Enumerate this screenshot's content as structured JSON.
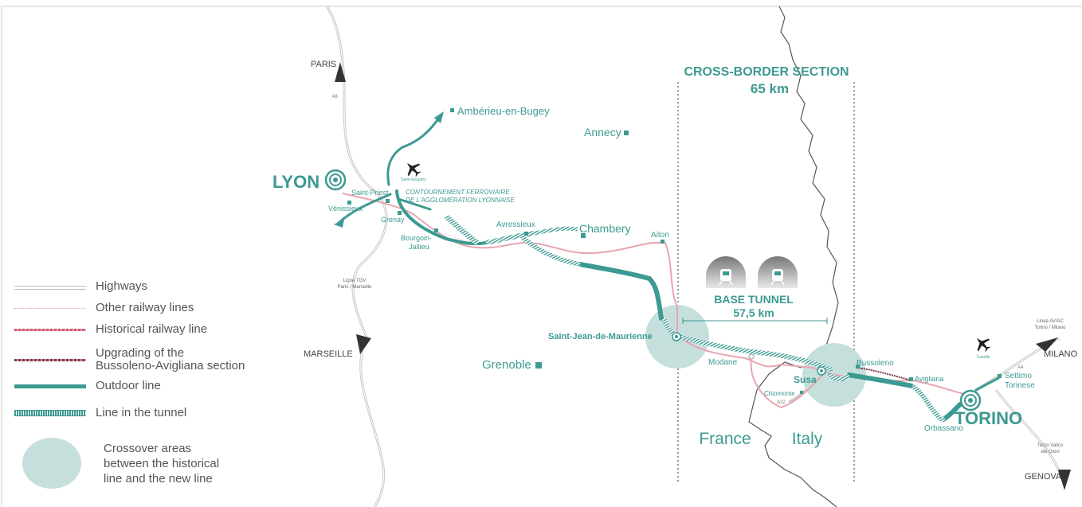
{
  "colors": {
    "teal": "#3d9a92",
    "crossover": "#c5dfdd",
    "historical": "#e8a5ae",
    "highway": "#bbbbbb",
    "border": "#555555"
  },
  "section": {
    "title": "CROSS-BORDER SECTION",
    "length": "65 km"
  },
  "tunnel": {
    "title": "BASE TUNNEL",
    "length": "57,5 km",
    "icons": [
      "train-tunnel-icon",
      "train-tunnel-icon"
    ]
  },
  "countries": {
    "france": "France",
    "italy": "Italy"
  },
  "highways": {
    "paris": "PARIS",
    "a6": "A6",
    "marseille": "MARSEILLE",
    "ligne_tgv": "Ligne TGV",
    "ligne_tgv_sub": "Paris / Marseille",
    "milano": "MILANO",
    "linea_avac": "Linea AV/AC",
    "linea_avac_sub": "Torino / Milano",
    "a4": "A4",
    "genova": "GENOVA",
    "terzo_valico": "Terzo Valico",
    "terzo_valico_sub": "dei Giovi",
    "a32": "A32"
  },
  "cities": {
    "lyon": "LYON",
    "torino": "TORINO",
    "amberieu": "Ambérieu-en-Bugey",
    "annecy": "Annecy",
    "chambery": "Chambery",
    "grenoble": "Grenoble",
    "saint_priest": "Saint-Priest",
    "venissieux": "Vénissieux",
    "grenay": "Grenay",
    "bourgoin_1": "Bourgoin-",
    "bourgoin_2": "Jallieu",
    "avressieux": "Avressieux",
    "aiton": "Aiton",
    "sjdm": "Saint-Jean-de-Maurienne",
    "modane": "Modane",
    "susa": "Susa",
    "bussoleno": "Bussoleno",
    "avigliana": "Avigliana",
    "chiomonte": "Chiomonte",
    "orbassano": "Orbassano",
    "settimo_1": "Settimo",
    "settimo_2": "Torinese",
    "saint_exupery": "Saint-Exupéry",
    "caselle": "Caselle"
  },
  "bypass": {
    "line1": "CONTOURNEMENT FERROVIAIRE",
    "line2": "DE L'AGGLOMÉRATION LYONNAISE"
  },
  "legend": [
    {
      "label": "Highways"
    },
    {
      "label": "Other railway lines"
    },
    {
      "label": "Historical railway line"
    },
    {
      "label": "Upgrading of the",
      "label2": "Bussoleno-Avigliana section"
    },
    {
      "label": "Outdoor line"
    },
    {
      "label": "Line in the tunnel"
    },
    {
      "label": "Crossover areas",
      "label2": "between the historical",
      "label3": "line and the new line"
    }
  ]
}
